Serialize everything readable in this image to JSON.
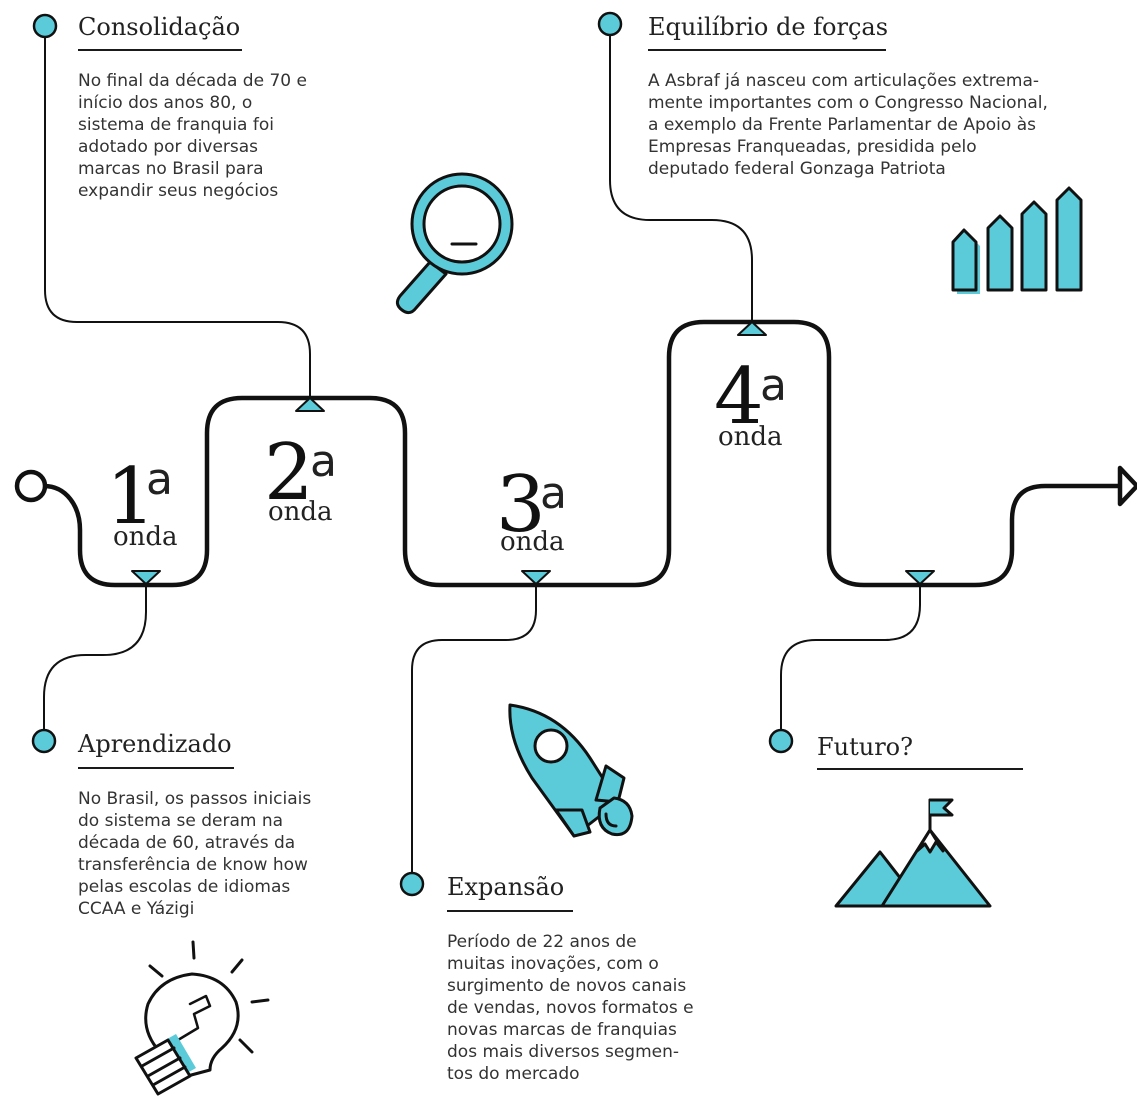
{
  "colors": {
    "accent": "#5ccbd9",
    "line": "#111111",
    "text": "#333333"
  },
  "waves": [
    {
      "number": "1",
      "sup": "a",
      "label": "onda"
    },
    {
      "number": "2",
      "sup": "a",
      "label": "onda"
    },
    {
      "number": "3",
      "sup": "a",
      "label": "onda"
    },
    {
      "number": "4",
      "sup": "a",
      "label": "onda"
    }
  ],
  "phases": [
    {
      "title": "Consolidação",
      "text": "No final da década de 70 e\ninício dos anos 80, o\nsistema de franquia foi\nadotado por diversas\nmarcas no Brasil para\nexpandir seus negócios",
      "icon": "magnifier-icon"
    },
    {
      "title": "Equilíbrio de forças",
      "text": "A Asbraf já nasceu com articulações extrema-\nmente importantes com o Congresso Nacional,\na exemplo da Frente Parlamentar de Apoio às\nEmpresas Franqueadas, presidida pelo\ndeputado federal Gonzaga Patriota",
      "icon": "growth-bars-icon"
    },
    {
      "title": "Aprendizado",
      "text": "No Brasil, os passos iniciais\ndo sistema se deram na\ndécada de 60, através da\ntransferência de know how\npelas escolas de idiomas\nCCAA e Yázigi",
      "icon": "lightbulb-icon"
    },
    {
      "title": "Expansão",
      "text": "Período de 22 anos de\nmuitas inovações, com o\nsurgimento de novos canais\nde vendas, novos formatos e\nnovas marcas de franquias\ndos mais diversos segmen-\ntos do mercado",
      "icon": "rocket-icon"
    },
    {
      "title": "Futuro?",
      "text": "",
      "icon": "mountain-flag-icon"
    }
  ]
}
